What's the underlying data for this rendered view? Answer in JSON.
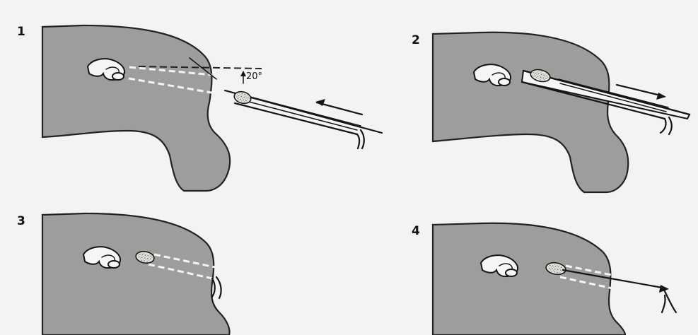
{
  "panels": [
    {
      "number": "1",
      "angle_label": "20°"
    },
    {
      "number": "2"
    },
    {
      "number": "3"
    },
    {
      "number": "4"
    }
  ],
  "colors": {
    "background": "#f3f3f1",
    "head_fill": "#9d9d9b",
    "ink": "#151515"
  }
}
